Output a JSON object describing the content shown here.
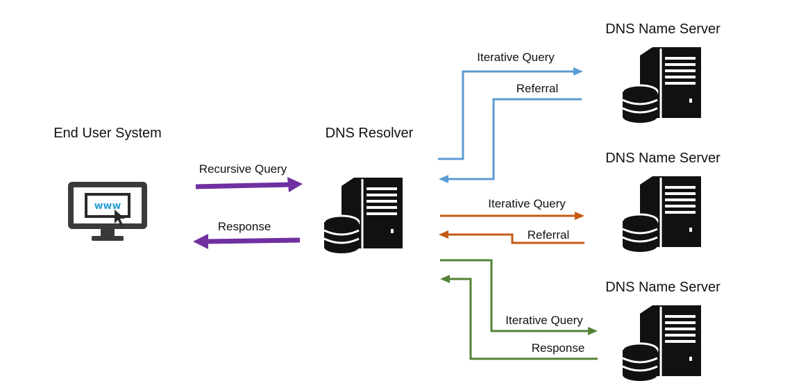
{
  "nodes": {
    "end_user": {
      "label": "End User System",
      "screen_text": "www"
    },
    "resolver": {
      "label": "DNS Resolver"
    },
    "name_servers": [
      {
        "label": "DNS Name Server"
      },
      {
        "label": "DNS Name Server"
      },
      {
        "label": "DNS Name Server"
      }
    ]
  },
  "edges": {
    "recursive_query": {
      "label": "Recursive Query",
      "color": "#7030a0"
    },
    "response": {
      "label": "Response",
      "color": "#7030a0"
    },
    "ns1": {
      "color": "#5b9bd5",
      "query_label": "Iterative Query",
      "reply_label": "Referral"
    },
    "ns2": {
      "color": "#c55a11",
      "query_label": "Iterative Query",
      "reply_label": "Referral"
    },
    "ns3": {
      "color": "#548235",
      "query_label": "Iterative Query",
      "reply_label": "Response"
    }
  }
}
